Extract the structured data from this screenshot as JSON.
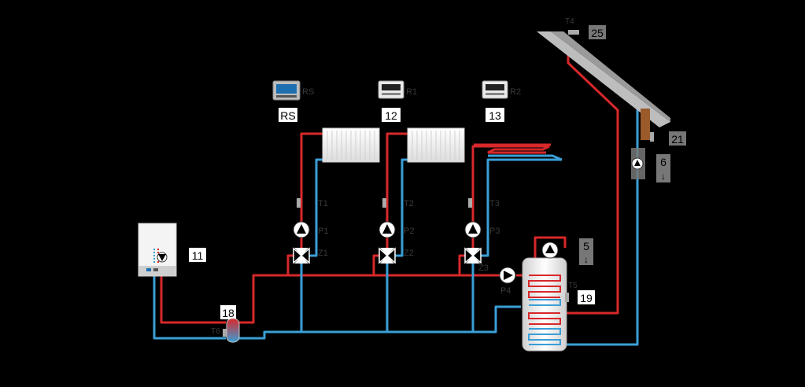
{
  "colors": {
    "supply": "#d8282a",
    "return": "#3a9fd6",
    "background": "#000000",
    "label_box": "#ffffff",
    "label_box_dim": "#777777",
    "sensor_text": "#3a3a3a"
  },
  "controllers": {
    "rs": {
      "name": "RS",
      "box": "RS"
    },
    "r1": {
      "name": "R1",
      "box": "12"
    },
    "r2": {
      "name": "R2",
      "box": "13"
    }
  },
  "boiler": {
    "number": "11"
  },
  "separator": {
    "number": "18"
  },
  "tank": {
    "number": "19"
  },
  "collector": {
    "number": "25",
    "sensor": "T4"
  },
  "solar_station": {
    "number": "21",
    "pump_group": "6"
  },
  "tank_pump_group": {
    "number": "5"
  },
  "circuits": [
    {
      "temp": "T1",
      "pump": "P1",
      "mixer": "Z1"
    },
    {
      "temp": "T2",
      "pump": "P2",
      "mixer": "Z2"
    },
    {
      "temp": "T3",
      "pump": "P3",
      "mixer": "Z3"
    }
  ],
  "tank_pump": "P4",
  "tank_sensor": "T5",
  "separator_sensor": "T6",
  "icons": [
    "radiator-icon",
    "floor-heating-icon",
    "pump-icon",
    "mixing-valve-icon",
    "thermostat-icon",
    "boiler-icon",
    "tank-icon",
    "solar-collector-icon"
  ]
}
